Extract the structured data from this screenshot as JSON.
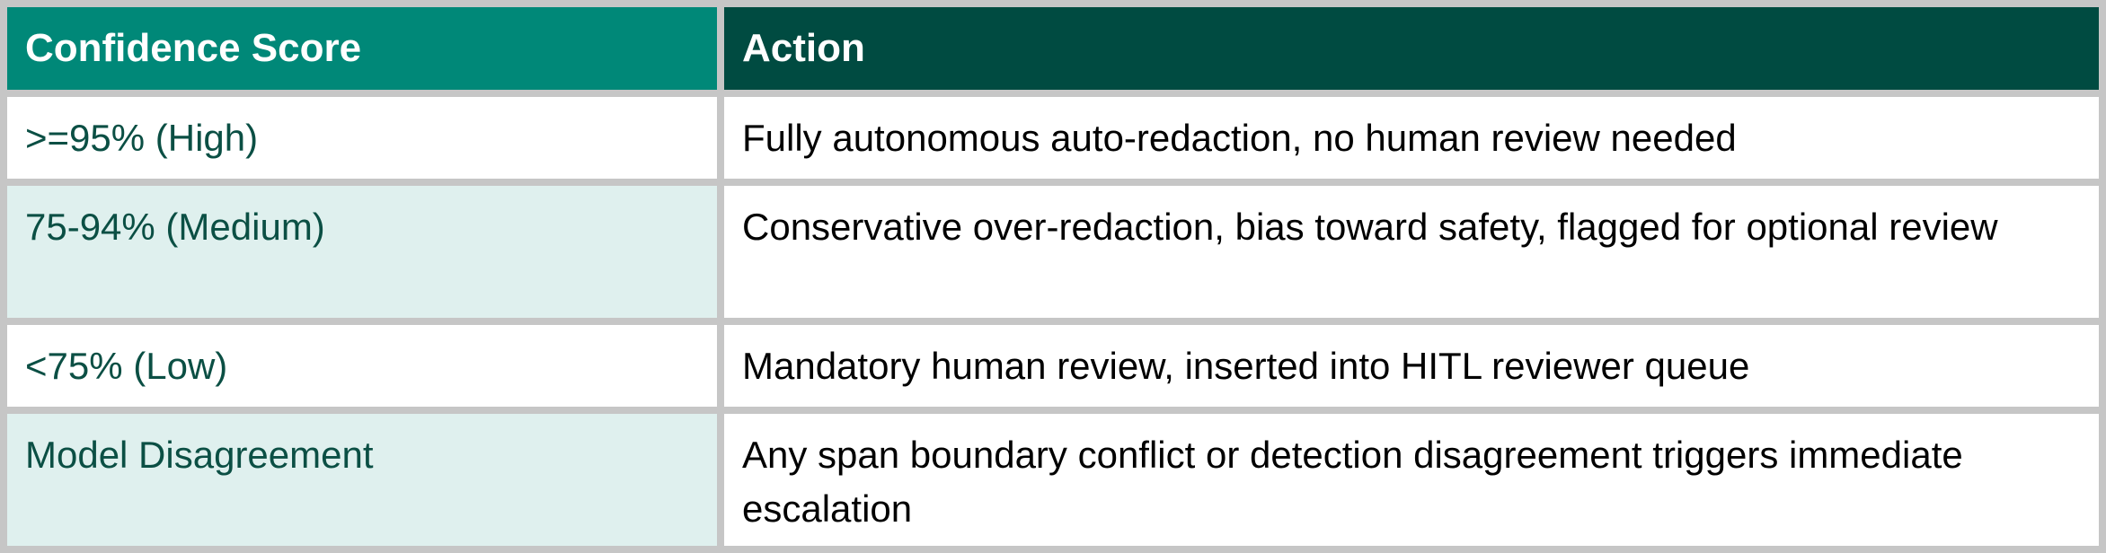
{
  "table": {
    "columns": [
      {
        "label": "Confidence Score"
      },
      {
        "label": "Action"
      }
    ],
    "rows": [
      {
        "score": ">=95% (High)",
        "action": "Fully autonomous auto-redaction, no human review needed"
      },
      {
        "score": "75-94% (Medium)",
        "action": "Conservative over-redaction, bias toward safety, flagged for optional review"
      },
      {
        "score": "<75% (Low)",
        "action": "Mandatory human review, inserted into HITL reviewer queue"
      },
      {
        "score": "Model Disagreement",
        "action": "Any span boundary conflict or detection disagreement triggers immediate escalation"
      }
    ],
    "colors": {
      "header_score_bg": "#008878",
      "header_action_bg": "#004B41",
      "row_tint_bg": "#DFF0EE",
      "score_text": "#0B4F44",
      "action_text": "#000000",
      "grid_border": "#C6C6C6"
    }
  }
}
